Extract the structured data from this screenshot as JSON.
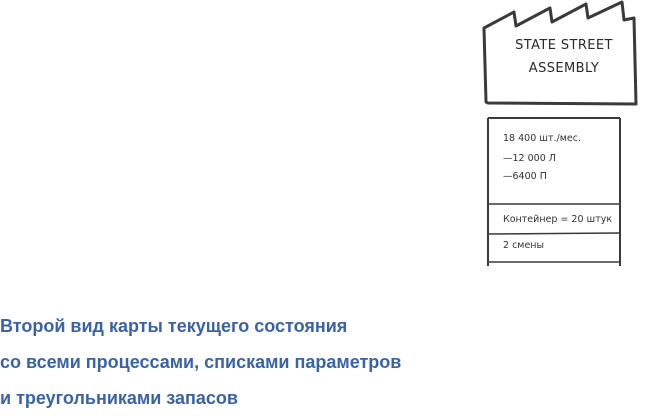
{
  "factory": {
    "title_line1": "STATE STREET",
    "title_line2": "ASSEMBLY"
  },
  "data_box": {
    "demand": "18 400 шт./мес.",
    "left_demand": "—12 000 Л",
    "right_demand": "—6400 П",
    "container": "Контейнер = 20 штук",
    "shifts": "2 смены"
  },
  "caption": {
    "line1": "Второй вид карты текущего состояния",
    "line2": "со всеми процессами, списками параметров",
    "line3": "и треугольниками запасов"
  }
}
